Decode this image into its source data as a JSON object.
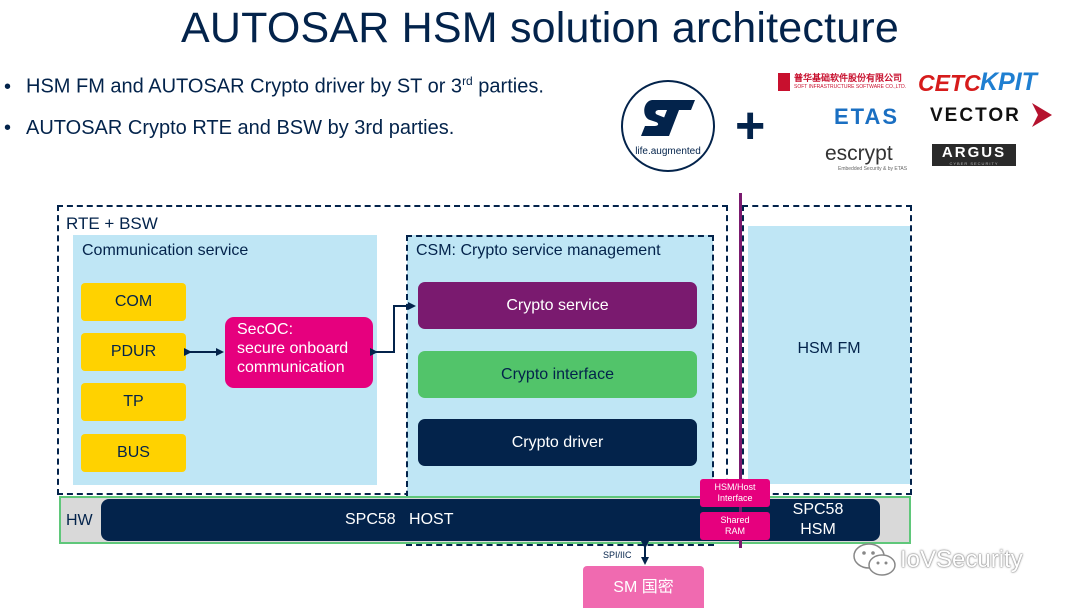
{
  "title": "AUTOSAR HSM solution architecture",
  "bullets": [
    {
      "pre": "HSM FM and AUTOSAR Crypto driver by ST or 3",
      "sup": "rd",
      "post": " parties."
    },
    {
      "pre": "AUTOSAR Crypto RTE and BSW by 3rd parties.",
      "sup": "",
      "post": ""
    }
  ],
  "logos": {
    "st_tagline": "life.augmented",
    "softinfra_cn": "普华基础软件股份有限公司",
    "softinfra_en": "SOFT INFRASTRUCTURE SOFTWARE CO.,LTD.",
    "cetc": "CETC",
    "kpit": "KPIT",
    "etas": "ETAS",
    "vector": "VECTOR",
    "escrypt": "escrypt",
    "escrypt_sub": "Embedded Security & by ETAS",
    "argus": "ARGUS",
    "argus_sub": "CYBER SECURITY"
  },
  "diagram": {
    "rte_label": "RTE + BSW",
    "comm_label": "Communication service",
    "comm_items": [
      "COM",
      "PDUR",
      "TP",
      "BUS"
    ],
    "secoc_lines": [
      "SecOC:",
      "secure onboard",
      "communication"
    ],
    "csm_label": "CSM: Crypto service management",
    "csm_items": [
      "Crypto service",
      "Crypto interface",
      "Crypto driver"
    ],
    "hsm_fm": "HSM FM",
    "hw_label": "HW",
    "host_label": "SPC58   HOST",
    "hsm_host_iface": [
      "HSM/Host",
      "Interface"
    ],
    "shared_ram": [
      "Shared",
      "RAM"
    ],
    "spc58_hsm": [
      "SPC58",
      "HSM"
    ],
    "spi": "SPI/IIC",
    "sm": "SM 国密"
  },
  "colors": {
    "navy": "#03234b",
    "yellow": "#ffd200",
    "magenta": "#e6007e",
    "purple": "#7a1a6f",
    "green": "#52c46a",
    "light_blue": "#bfe6f5"
  },
  "watermark": "IoVSecurity"
}
